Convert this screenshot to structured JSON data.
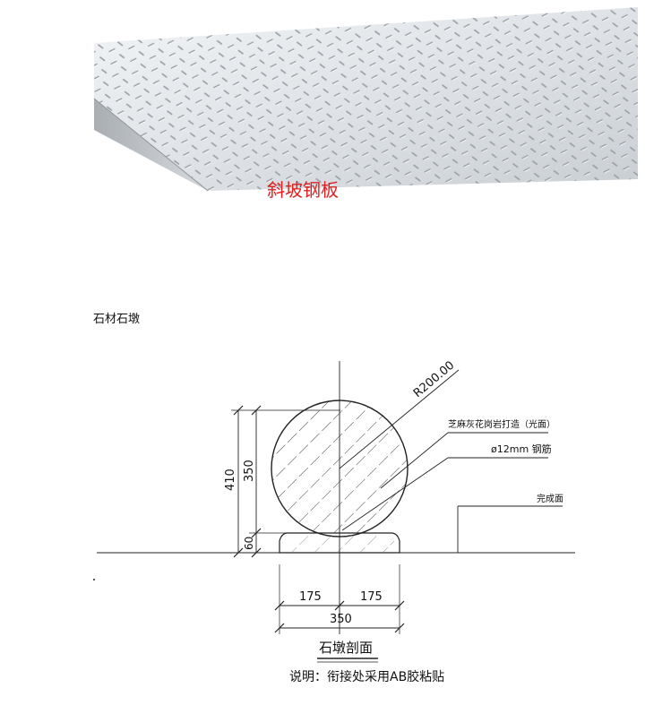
{
  "ramp": {
    "caption": "斜坡钢板",
    "caption_color": "#e02020"
  },
  "section": {
    "heading": "石材石墩"
  },
  "drawing": {
    "radius_label": "R200.00",
    "material_label": "芝麻灰花岗岩打造（光面）",
    "rod_label": "ø12mm 钢筋",
    "finish_label": "完成面",
    "dim_total_height": "410",
    "dim_ball_height": "350",
    "dim_base_height": "60",
    "dim_half_left": "175",
    "dim_half_right": "175",
    "dim_total_width": "350",
    "title": "石墩剖面",
    "note": "说明：衔接处采用AB胶粘贴"
  }
}
